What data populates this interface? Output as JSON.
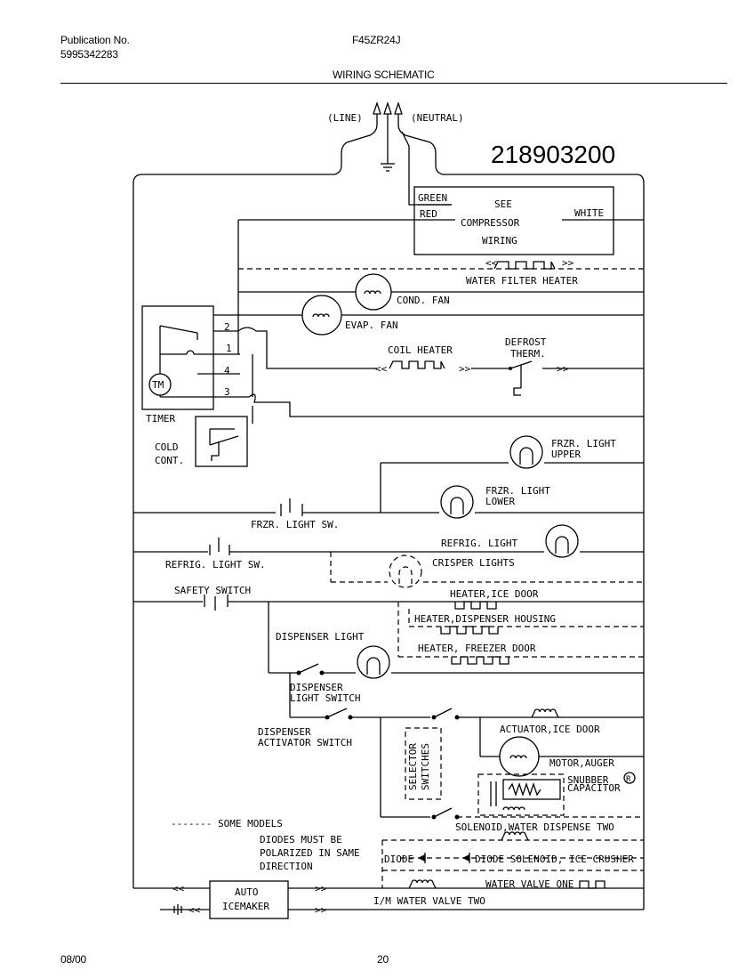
{
  "header": {
    "pub_label": "Publication No.",
    "pub_number": "5995342283",
    "model": "F45ZR24J",
    "title": "WIRING SCHEMATIC"
  },
  "footer": {
    "date": "08/00",
    "page": "20"
  },
  "diagram": {
    "drawing_number": "218903200",
    "line": "(LINE)",
    "neutral": "(NEUTRAL)",
    "compressor": {
      "green": "GREEN",
      "red": "RED",
      "white": "WHITE",
      "text1": "SEE",
      "text2": "COMPRESSOR",
      "text3": "WIRING"
    },
    "timer": "TIMER",
    "timer_motor": "TM",
    "terminals": [
      "2",
      "1",
      "4",
      "3"
    ],
    "cold_control_1": "COLD",
    "cold_control_2": "CONT.",
    "water_filter_heater": "WATER FILTER HEATER",
    "cond_fan": "COND. FAN",
    "evap_fan": "EVAP. FAN",
    "coil_heater": "COIL HEATER",
    "defrost_therm_1": "DEFROST",
    "defrost_therm_2": "THERM.",
    "frzr_light_upper_1": "FRZR. LIGHT",
    "frzr_light_upper_2": "UPPER",
    "frzr_light_lower_1": "FRZR. LIGHT",
    "frzr_light_lower_2": "LOWER",
    "frzr_light_sw": "FRZR. LIGHT SW.",
    "refrig_light": "REFRIG. LIGHT",
    "refrig_light_sw": "REFRIG. LIGHT SW.",
    "crisper_lights": "CRISPER LIGHTS",
    "safety_switch": "SAFETY SWITCH",
    "heater_ice_door": "HEATER,ICE DOOR",
    "heater_dispenser_housing": "HEATER,DISPENSER HOUSING",
    "heater_freezer_door": "HEATER, FREEZER DOOR",
    "dispenser_light": "DISPENSER LIGHT",
    "dispenser_light_switch_1": "DISPENSER",
    "dispenser_light_switch_2": "LIGHT SWITCH",
    "dispenser_activator_1": "DISPENSER",
    "dispenser_activator_2": "ACTIVATOR SWITCH",
    "actuator_ice_door": "ACTUATOR,ICE DOOR",
    "motor_auger": "MOTOR,AUGER",
    "snubber_1": "SNUBBER",
    "snubber_2": "CAPACITOR",
    "snubber_mark": "R",
    "selector_1": "SELECTOR",
    "selector_2": "SWITCHES",
    "solenoid_water_dispense_two": "SOLENOID,WATER DISPENSE TWO",
    "diode": "DIODE",
    "diode_solenoid_ice_crusher": "DIODE SOLENOID, ICE CRUSHER",
    "water_valve_one": "WATER VALVE ONE",
    "auto_icemaker_1": "AUTO",
    "auto_icemaker_2": "ICEMAKER",
    "im_water_valve_two": "I/M WATER VALVE TWO",
    "legend_some_models": "------- SOME MODELS",
    "note_1": "DIODES MUST BE",
    "note_2": "POLARIZED IN SAME",
    "note_3": "DIRECTION"
  }
}
